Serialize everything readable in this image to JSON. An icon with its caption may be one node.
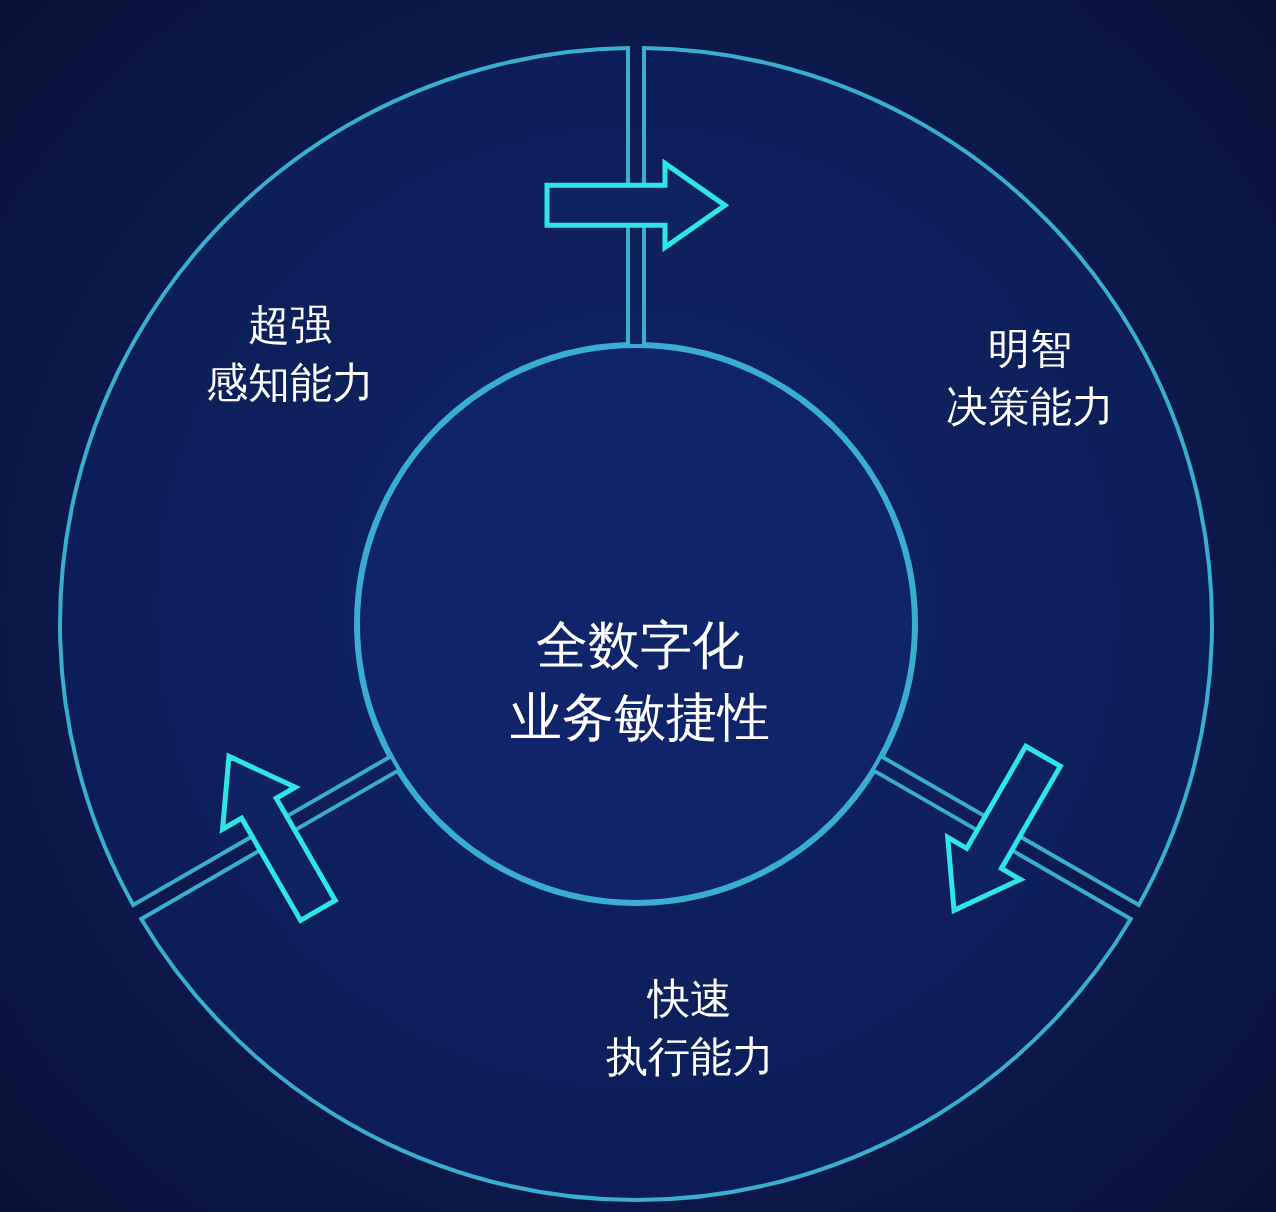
{
  "diagram": {
    "nodes": [
      {
        "text": [
          "超强感知能力"
        ]
      },
      {
        "text": [
          "明智决策能力"
        ]
      },
      {
        "text": [
          "快速执行能力"
        ]
      },
      {
        "text": [
          "全数字化业务敏捷性"
        ]
      }
    ],
    "edges": [
      {
        "from": 0,
        "to": 1,
        "arrow": "to"
      },
      {
        "from": 1,
        "to": 2,
        "arrow": "to"
      },
      {
        "from": 2,
        "to": 0,
        "arrow": "to"
      }
    ]
  }
}
